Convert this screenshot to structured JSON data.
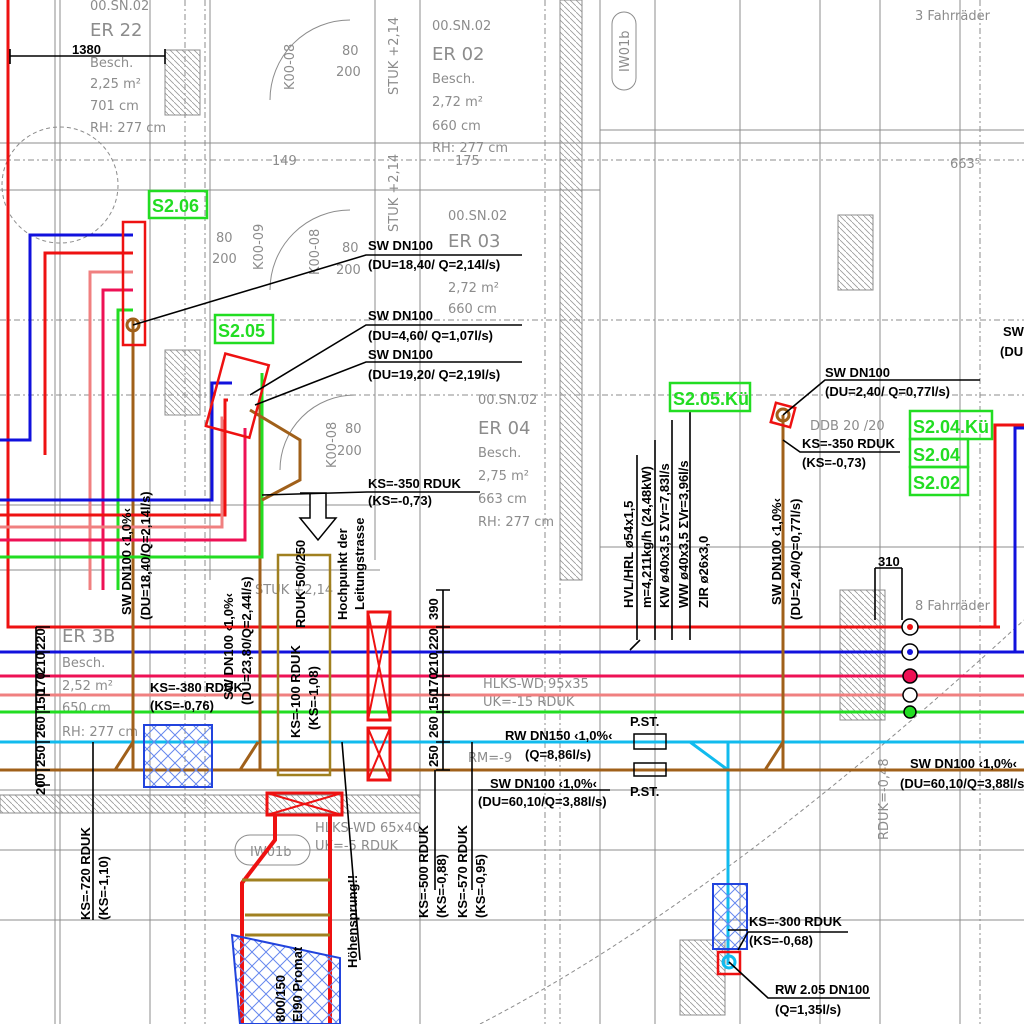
{
  "colors": {
    "heating_flow": "#ee1111",
    "heating_return": "#1111dd",
    "ww": "#ee1155",
    "zir": "#f08080",
    "kw": "#22dd22",
    "rw": "#11bbee",
    "sw": "#a0601a",
    "tag": "#22dd22"
  },
  "rooms": {
    "er22": {
      "id": "00.SN.02",
      "name": "ER 22",
      "besch": "Besch.",
      "area": "2,25 m²",
      "len": "701 cm",
      "rh": "RH: 277 cm"
    },
    "er02": {
      "id": "00.SN.02",
      "name": "ER 02",
      "besch": "Besch.",
      "area": "2,72 m²",
      "len": "660 cm",
      "rh": "RH: 277 cm"
    },
    "er03": {
      "id": "00.SN.02",
      "name": "ER 03",
      "area": "2,72 m²",
      "len": "660 cm"
    },
    "er04": {
      "id": "00.SN.02",
      "name": "ER 04",
      "besch": "Besch.",
      "area": "2,75 m²",
      "len": "663 cm",
      "rh": "RH: 277 cm"
    },
    "er3b": {
      "name": "ER 3B",
      "besch": "Besch.",
      "area": "2,52 m²",
      "len": "650 cm",
      "rh": "RH: 277 cm"
    },
    "bikes1": "3 Fahrräder",
    "bikes2": "8 Fahrräder",
    "door": "IW01b",
    "door2": "IW01b",
    "ddb": "DDB 20 /20",
    "d149": "149",
    "d175": "175",
    "d663": "663⁵",
    "k1": "K00-08",
    "k2": "K00-09",
    "k3": "K00-08",
    "k4": "K00-08",
    "s80": "80",
    "s200": "200",
    "stuk": "STUK +2,14",
    "hlks1": "HLKS-WD 95x35",
    "hlks1uk": "UK=-15 RDUK",
    "hlks2": "HLKS-WD 65x40",
    "hlks2uk": "UK=-5 RDUK",
    "rm": "RM=-9",
    "rduk": "RDUK=-0,48"
  },
  "tags": [
    "S2.06",
    "S2.05",
    "S2.05.Kü",
    "S2.04.Kü",
    "S2.04",
    "S2.02",
    "SW"
  ],
  "dims": {
    "top": "1380",
    "left": [
      "220",
      "210",
      "170",
      "150",
      "260",
      "250",
      "200"
    ],
    "right": [
      "390",
      "220",
      "210",
      "170",
      "150",
      "260",
      "250"
    ],
    "w310": "310"
  },
  "annotations": {
    "sw1": [
      "SW DN100",
      "(DU=18,40/ Q=2,14l/s)"
    ],
    "sw2": [
      "SW DN100",
      "(DU=4,60/ Q=1,07l/s)"
    ],
    "sw3": [
      "SW DN100",
      "(DU=19,20/ Q=2,19l/s)"
    ],
    "ks1": [
      "KS=-350 RDUK",
      "(KS=-0,73)"
    ],
    "sw4": [
      "SW DN100",
      "(DU=2,40/ Q=0,77l/s)"
    ],
    "ks2": [
      "KS=-350 RDUK",
      "(KS=-0,73)"
    ],
    "ks3": [
      "KS=-380 RDUK",
      "(KS=-0,76)"
    ],
    "rw1": [
      "RW DN150 ‹1,0%‹",
      "(Q=8,86l/s)"
    ],
    "pst": "P.ST.",
    "sw5": [
      "SW DN100 ‹1,0%‹",
      "(DU=60,10/Q=3,88l/s)"
    ],
    "sw6": [
      "SW DN100 ‹1,0%‹",
      "(DU=60,10/Q=3,88l/s)"
    ],
    "sw6b": "(DU",
    "ks4": [
      "KS=-300 RDUK",
      "(KS=-0,68)"
    ],
    "rw2": [
      "RW 2.05 DN100",
      "(Q=1,35l/s)"
    ],
    "v_sw1": [
      "SW DN100 ‹1,0%‹",
      "(DU=18,40/Q=2,14l/s)"
    ],
    "v_sw2": [
      "SW DN100 ‹1,0%‹",
      "(DU=23,80/Q=2,44l/s)"
    ],
    "v_rduk": "RDUK 500/250",
    "v_ks5": [
      "KS=-100 RDUK",
      "(KS=-1,08)"
    ],
    "v_hoch": [
      "Hochpunkt der",
      "Leitungstrasse"
    ],
    "v_hvl": [
      "HVL/HRL ø54x1,5",
      "m=4,211kg/h (24,48kW)",
      "KW ø40x3,5 ΣVr=7,83l/s",
      "WW ø40x3,5 ΣVr=3,96l/s",
      "ZIR ø26x3,0"
    ],
    "v_sw3": [
      "SW DN100 ‹1,0%‹",
      "(DU=2,40/Q=0,77l/s)"
    ],
    "v_ks6": [
      "KS=-720 RDUK",
      "(KS=-1,10)"
    ],
    "v_ks7": [
      "KS=-500 RDUK",
      "(KS=-0,88)"
    ],
    "v_ks8": [
      "KS=-570 RDUK",
      "(KS=-0,95)"
    ],
    "v_hoehe": "Höhensprung!!",
    "v_promat": [
      "800/150",
      "EI90 Promat"
    ]
  }
}
